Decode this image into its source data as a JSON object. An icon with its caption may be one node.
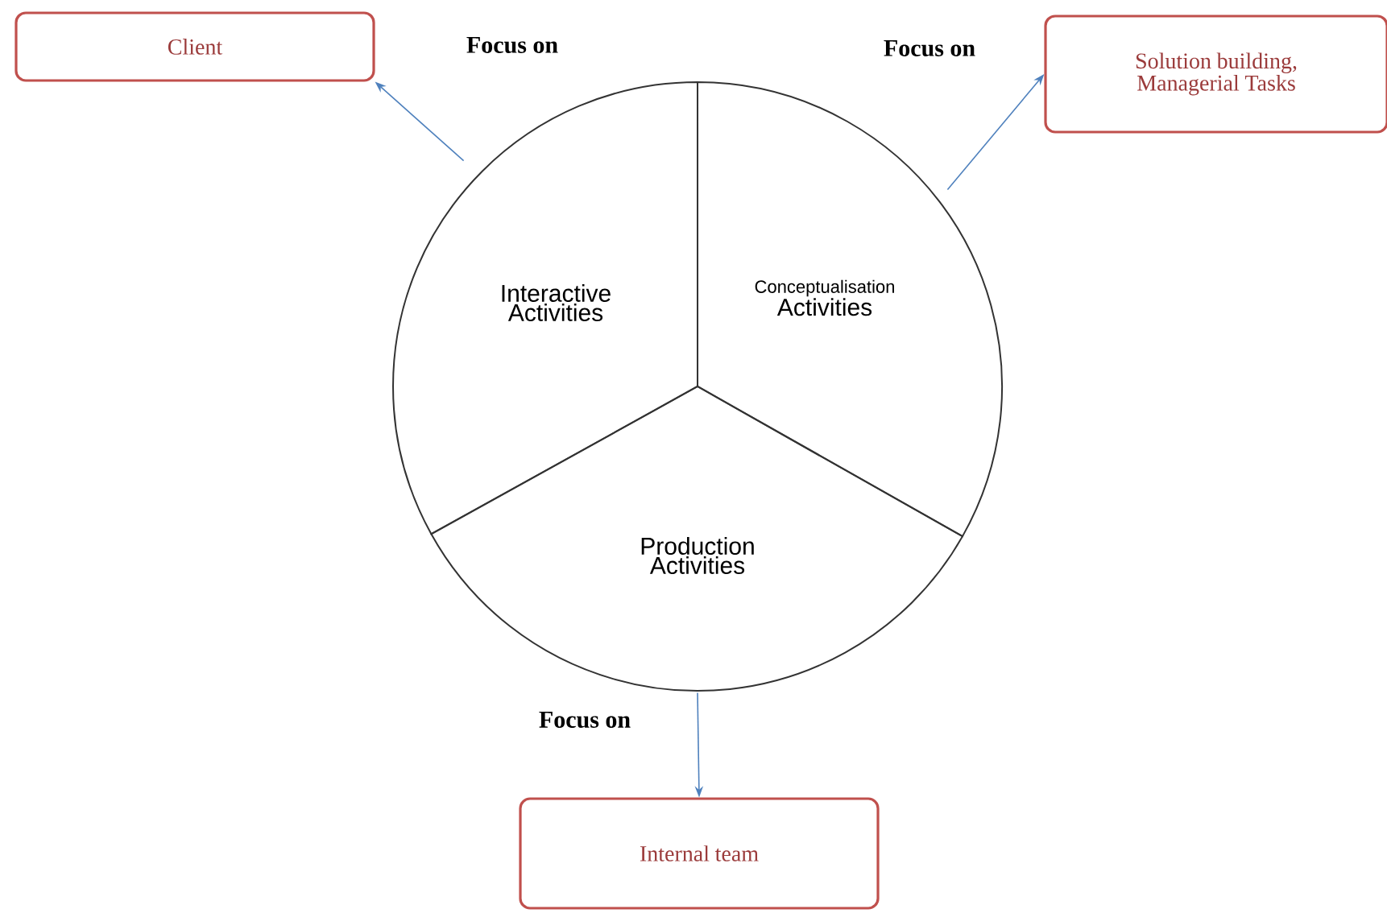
{
  "diagram": {
    "nodes": [
      {
        "text": [
          "Client"
        ]
      },
      {
        "text": [
          "Solution building, Managerial Tasks"
        ]
      },
      {
        "text": [
          "Internal team"
        ]
      },
      {
        "text": [
          "Interactive Activities"
        ]
      },
      {
        "text": [
          "Conceptualisation",
          "Activities"
        ]
      },
      {
        "text": [
          "Production Activities"
        ]
      }
    ],
    "edges": [
      {
        "from": 3,
        "to": 0,
        "arrow": "to",
        "label": "Focus on"
      },
      {
        "from": 4,
        "to": 1,
        "arrow": "to",
        "label": "Focus on"
      },
      {
        "from": 5,
        "to": 2,
        "arrow": "to",
        "label": "Focus on"
      }
    ]
  }
}
